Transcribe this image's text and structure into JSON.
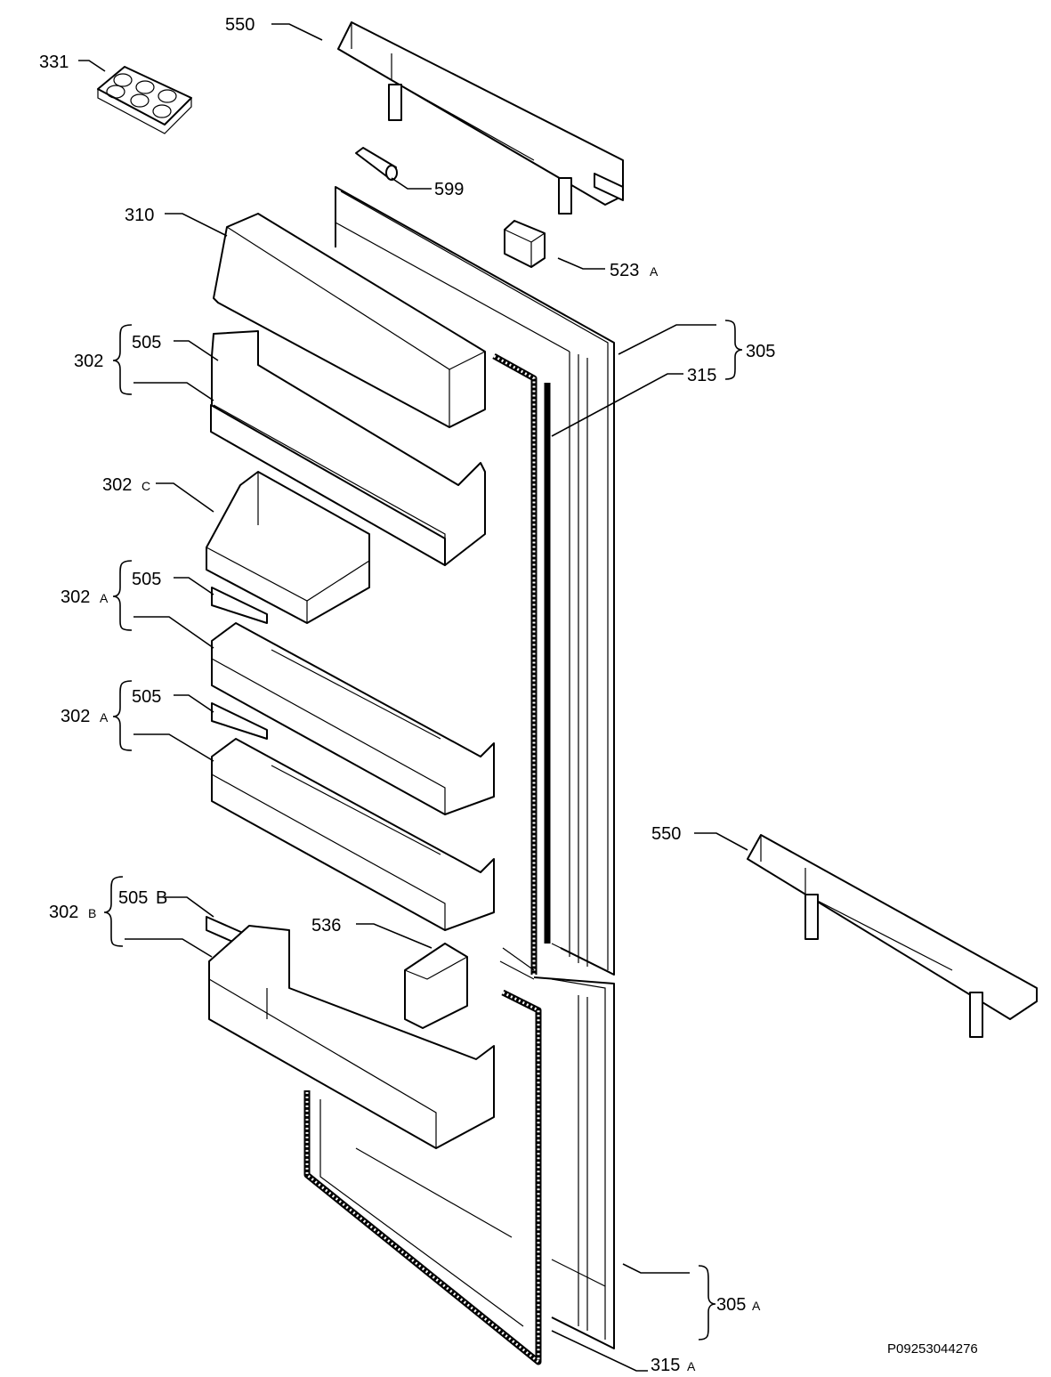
{
  "labels": {
    "p550a": "550",
    "p331": "331",
    "p599": "599",
    "p310": "310",
    "p523": "523",
    "p523s": "A",
    "p505_1": "505",
    "p302": "302",
    "p305": "305",
    "p315": "315",
    "p302c": "302",
    "p302c_s": "C",
    "p505_2": "505",
    "p302a_1": "302",
    "p302a_1s": "A",
    "p505_3": "505",
    "p302a_2": "302",
    "p302a_2s": "A",
    "p550b": "550",
    "p505b": "505",
    "p505b_s": "B",
    "p302b": "302",
    "p302b_s": "B",
    "p536": "536",
    "p305a": "305",
    "p305a_s": "A",
    "p315a": "315",
    "p315a_s": "A"
  },
  "drawing_code": "P09253044276"
}
